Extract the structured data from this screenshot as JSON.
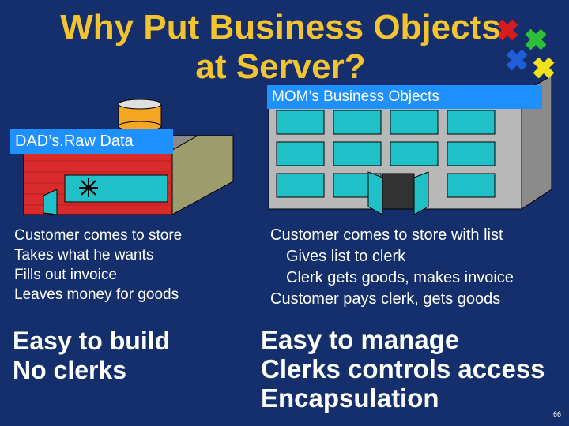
{
  "slide": {
    "title_line1": "Why Put Business Objects",
    "title_line2": "at Server?",
    "mom_label": "MOM’s Business Objects",
    "dad_label": "DAD’s.Raw Data",
    "left_text": [
      "Customer comes to store",
      "Takes what he wants",
      "Fills out invoice",
      "Leaves money for goods"
    ],
    "right_text": [
      "Customer comes to store with  list",
      "Gives list to clerk",
      "Clerk gets goods, makes invoice",
      "Customer  pays clerk, gets goods"
    ],
    "left_big": [
      "Easy to build",
      "No clerks"
    ],
    "right_big": [
      "Easy to manage",
      "Clerks controls access",
      "Encapsulation"
    ],
    "page_number": "66"
  },
  "colors": {
    "background": "#142f6b",
    "title": "#f4c430",
    "label_bg": "#1e90ff",
    "store_brick": "#d92b2b",
    "building_gray": "#b8b8b8",
    "window_teal": "#20c0c8"
  },
  "icons": [
    "puzzle-logo-icon",
    "database-cylinder-icon",
    "broken-glass-icon"
  ]
}
